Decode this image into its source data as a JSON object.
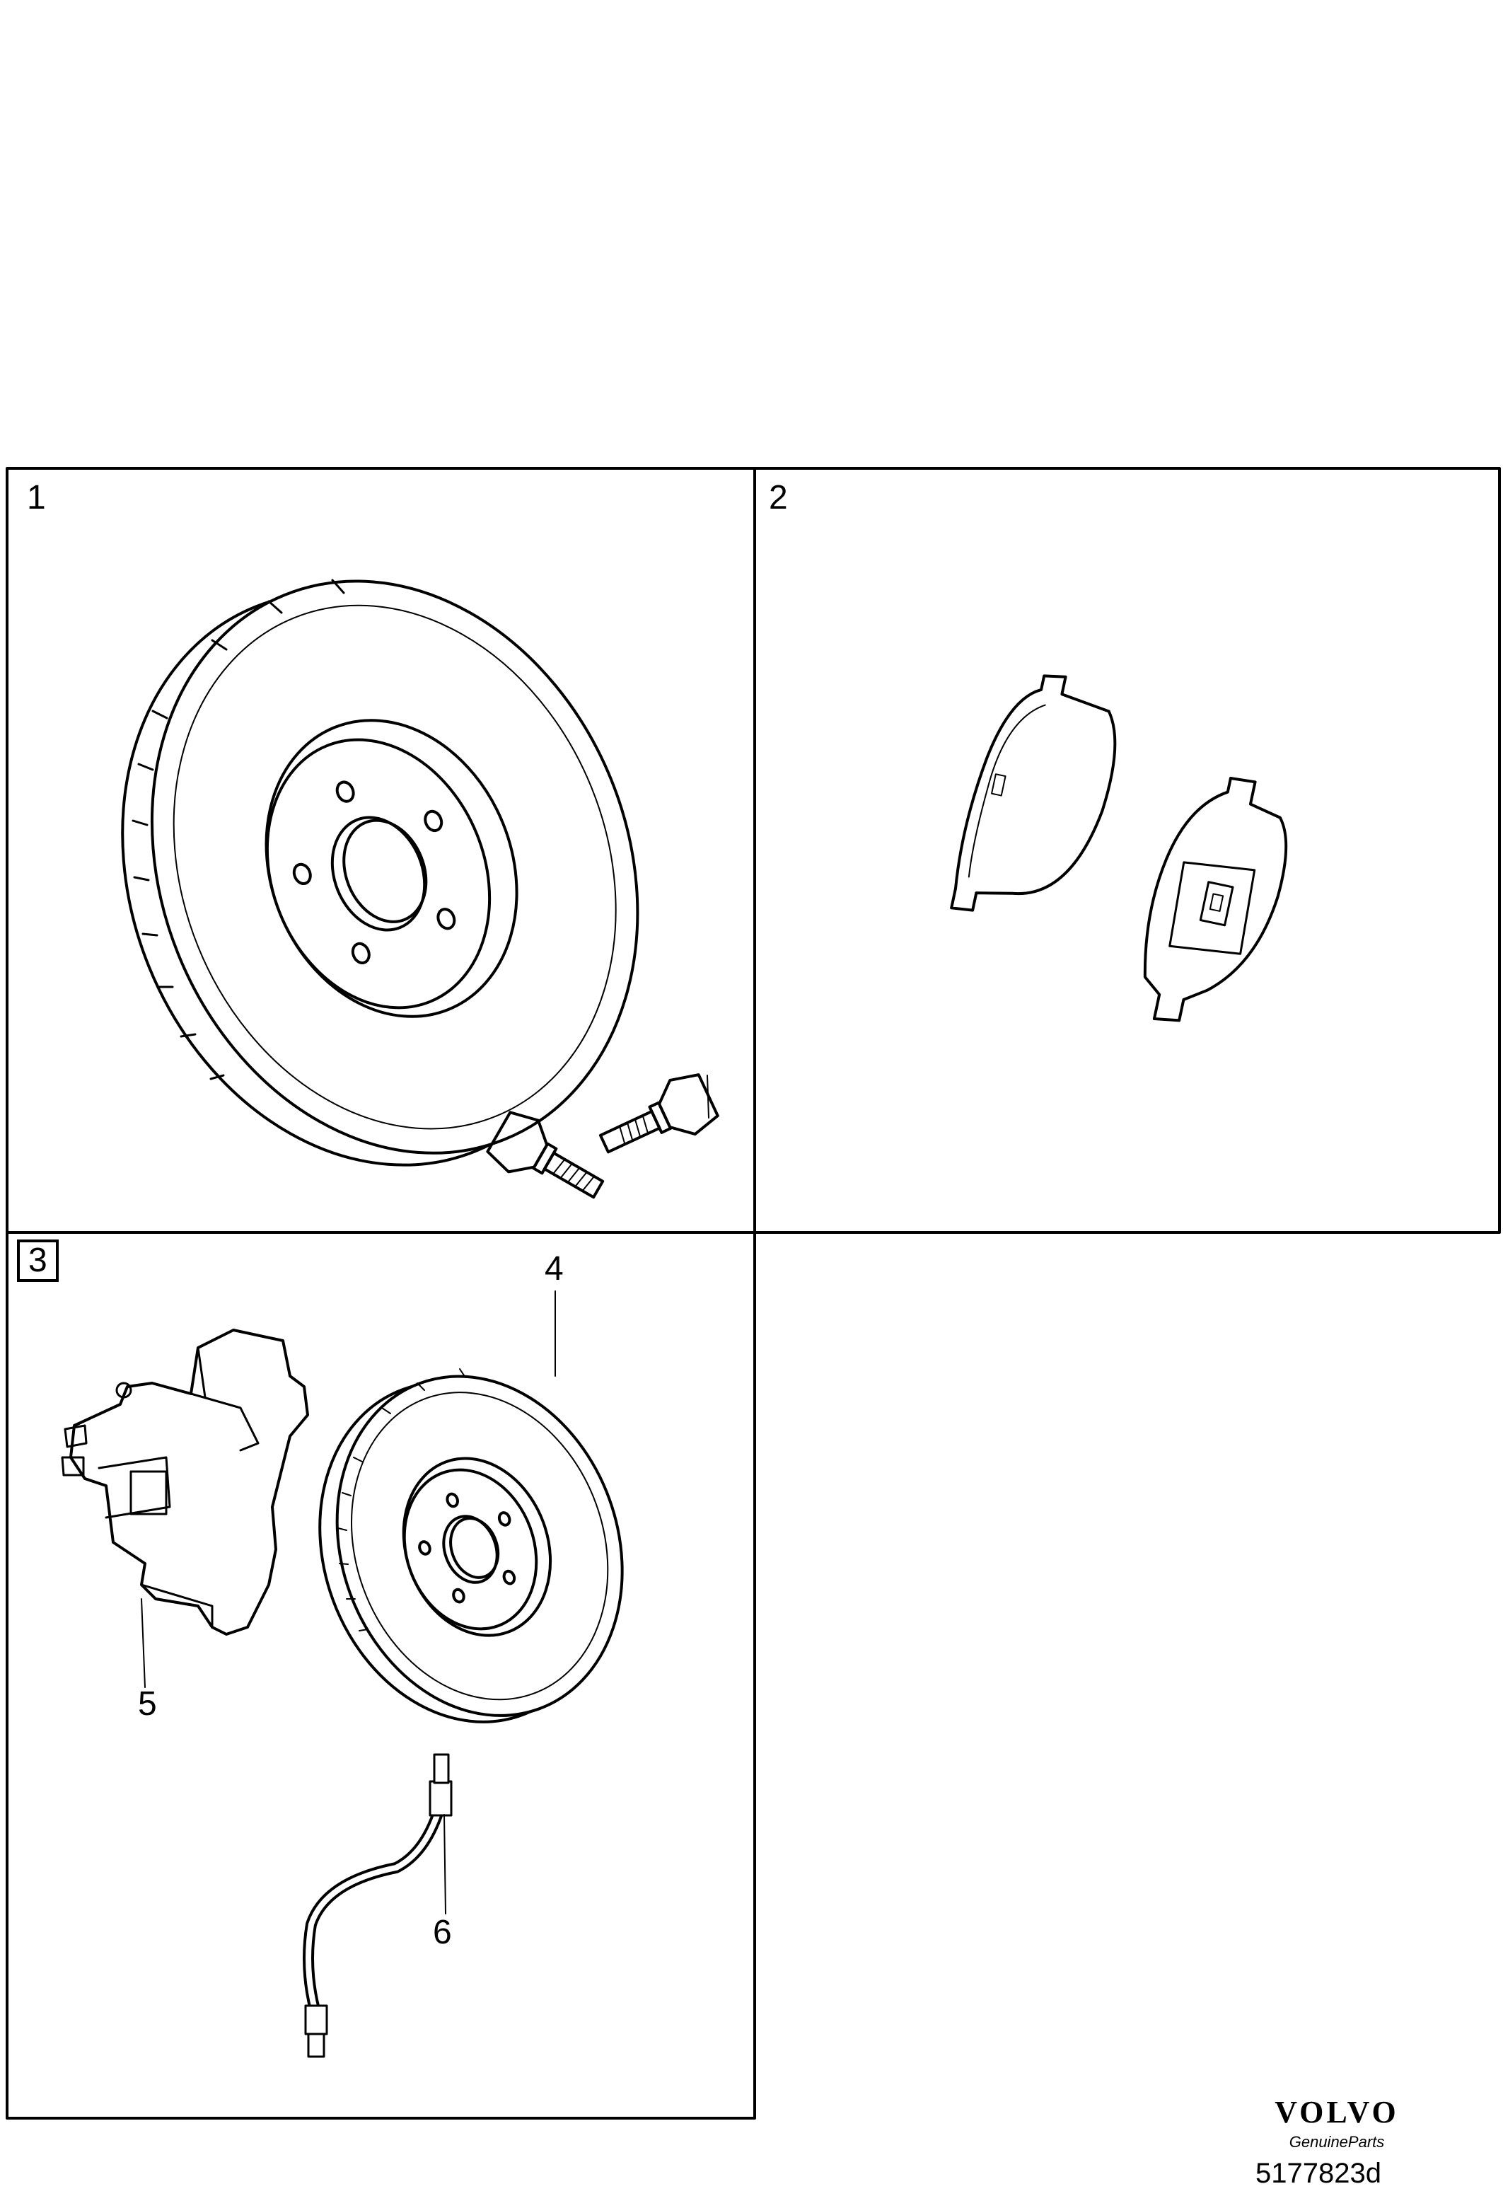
{
  "panels": [
    {
      "label": "1",
      "boxed": false
    },
    {
      "label": "2",
      "boxed": false
    },
    {
      "label": "3",
      "boxed": true
    }
  ],
  "callouts": [
    {
      "label": "4"
    },
    {
      "label": "5"
    },
    {
      "label": "6"
    }
  ],
  "brand": {
    "name": "VOLVO",
    "tagline": "GenuineParts"
  },
  "document_id": "5177823d"
}
